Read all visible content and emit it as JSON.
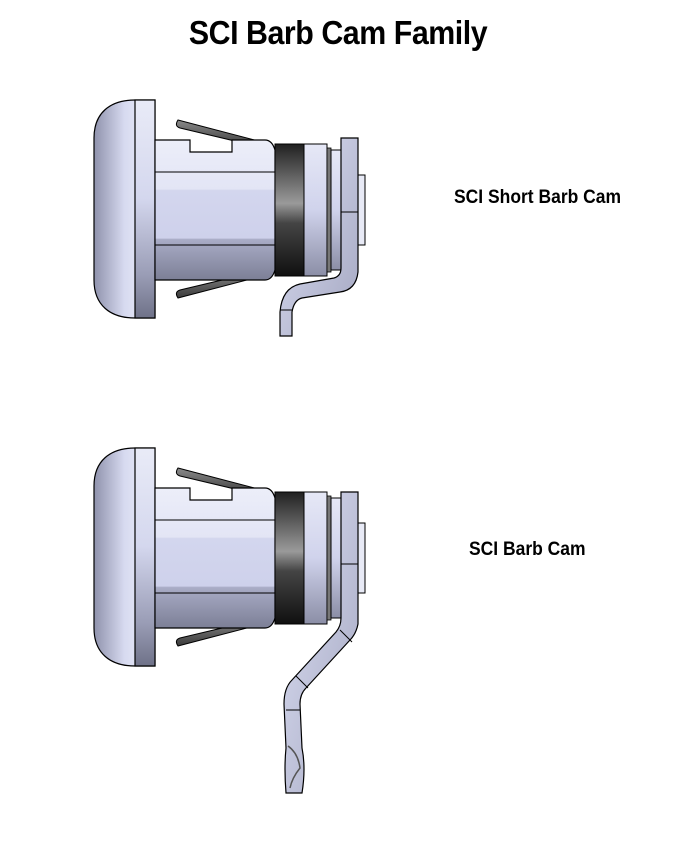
{
  "title": "SCI Barb Cam Family",
  "products": [
    {
      "label": "SCI Short Barb Cam",
      "variant": "short",
      "image": "short-barb-cam-side-view"
    },
    {
      "label": "SCI Barb Cam",
      "variant": "standard",
      "image": "barb-cam-side-view"
    }
  ],
  "colors": {
    "background": "#ffffff",
    "body_light": "#dde0f2",
    "body_mid": "#c9cce6",
    "body_dark": "#8d90a8",
    "ring_dark": "#1a1a1a",
    "outline": "#000000",
    "text": "#000000"
  }
}
